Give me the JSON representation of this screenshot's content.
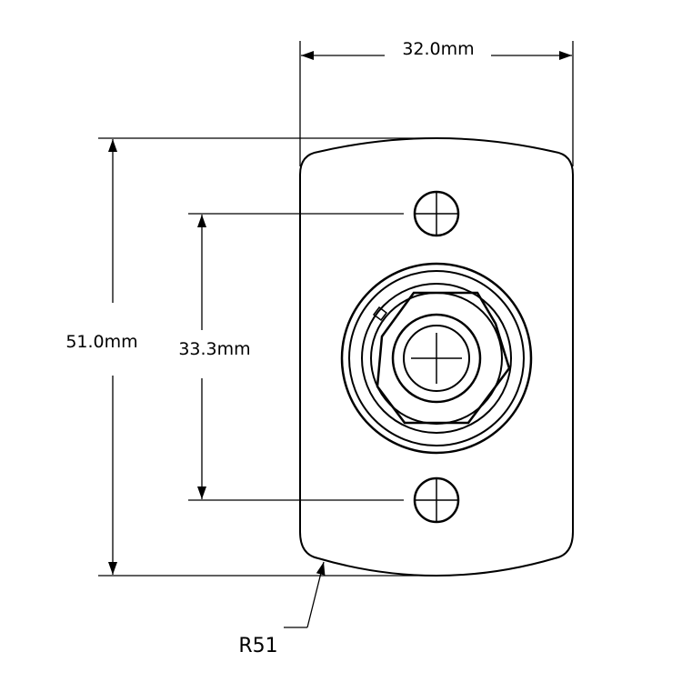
{
  "dimensions": {
    "width_label": "32.0mm",
    "height_label": "51.0mm",
    "hole_spacing_label": "33.3mm",
    "radius_label": "R51"
  },
  "colors": {
    "line": "#000000",
    "background": "#ffffff"
  }
}
